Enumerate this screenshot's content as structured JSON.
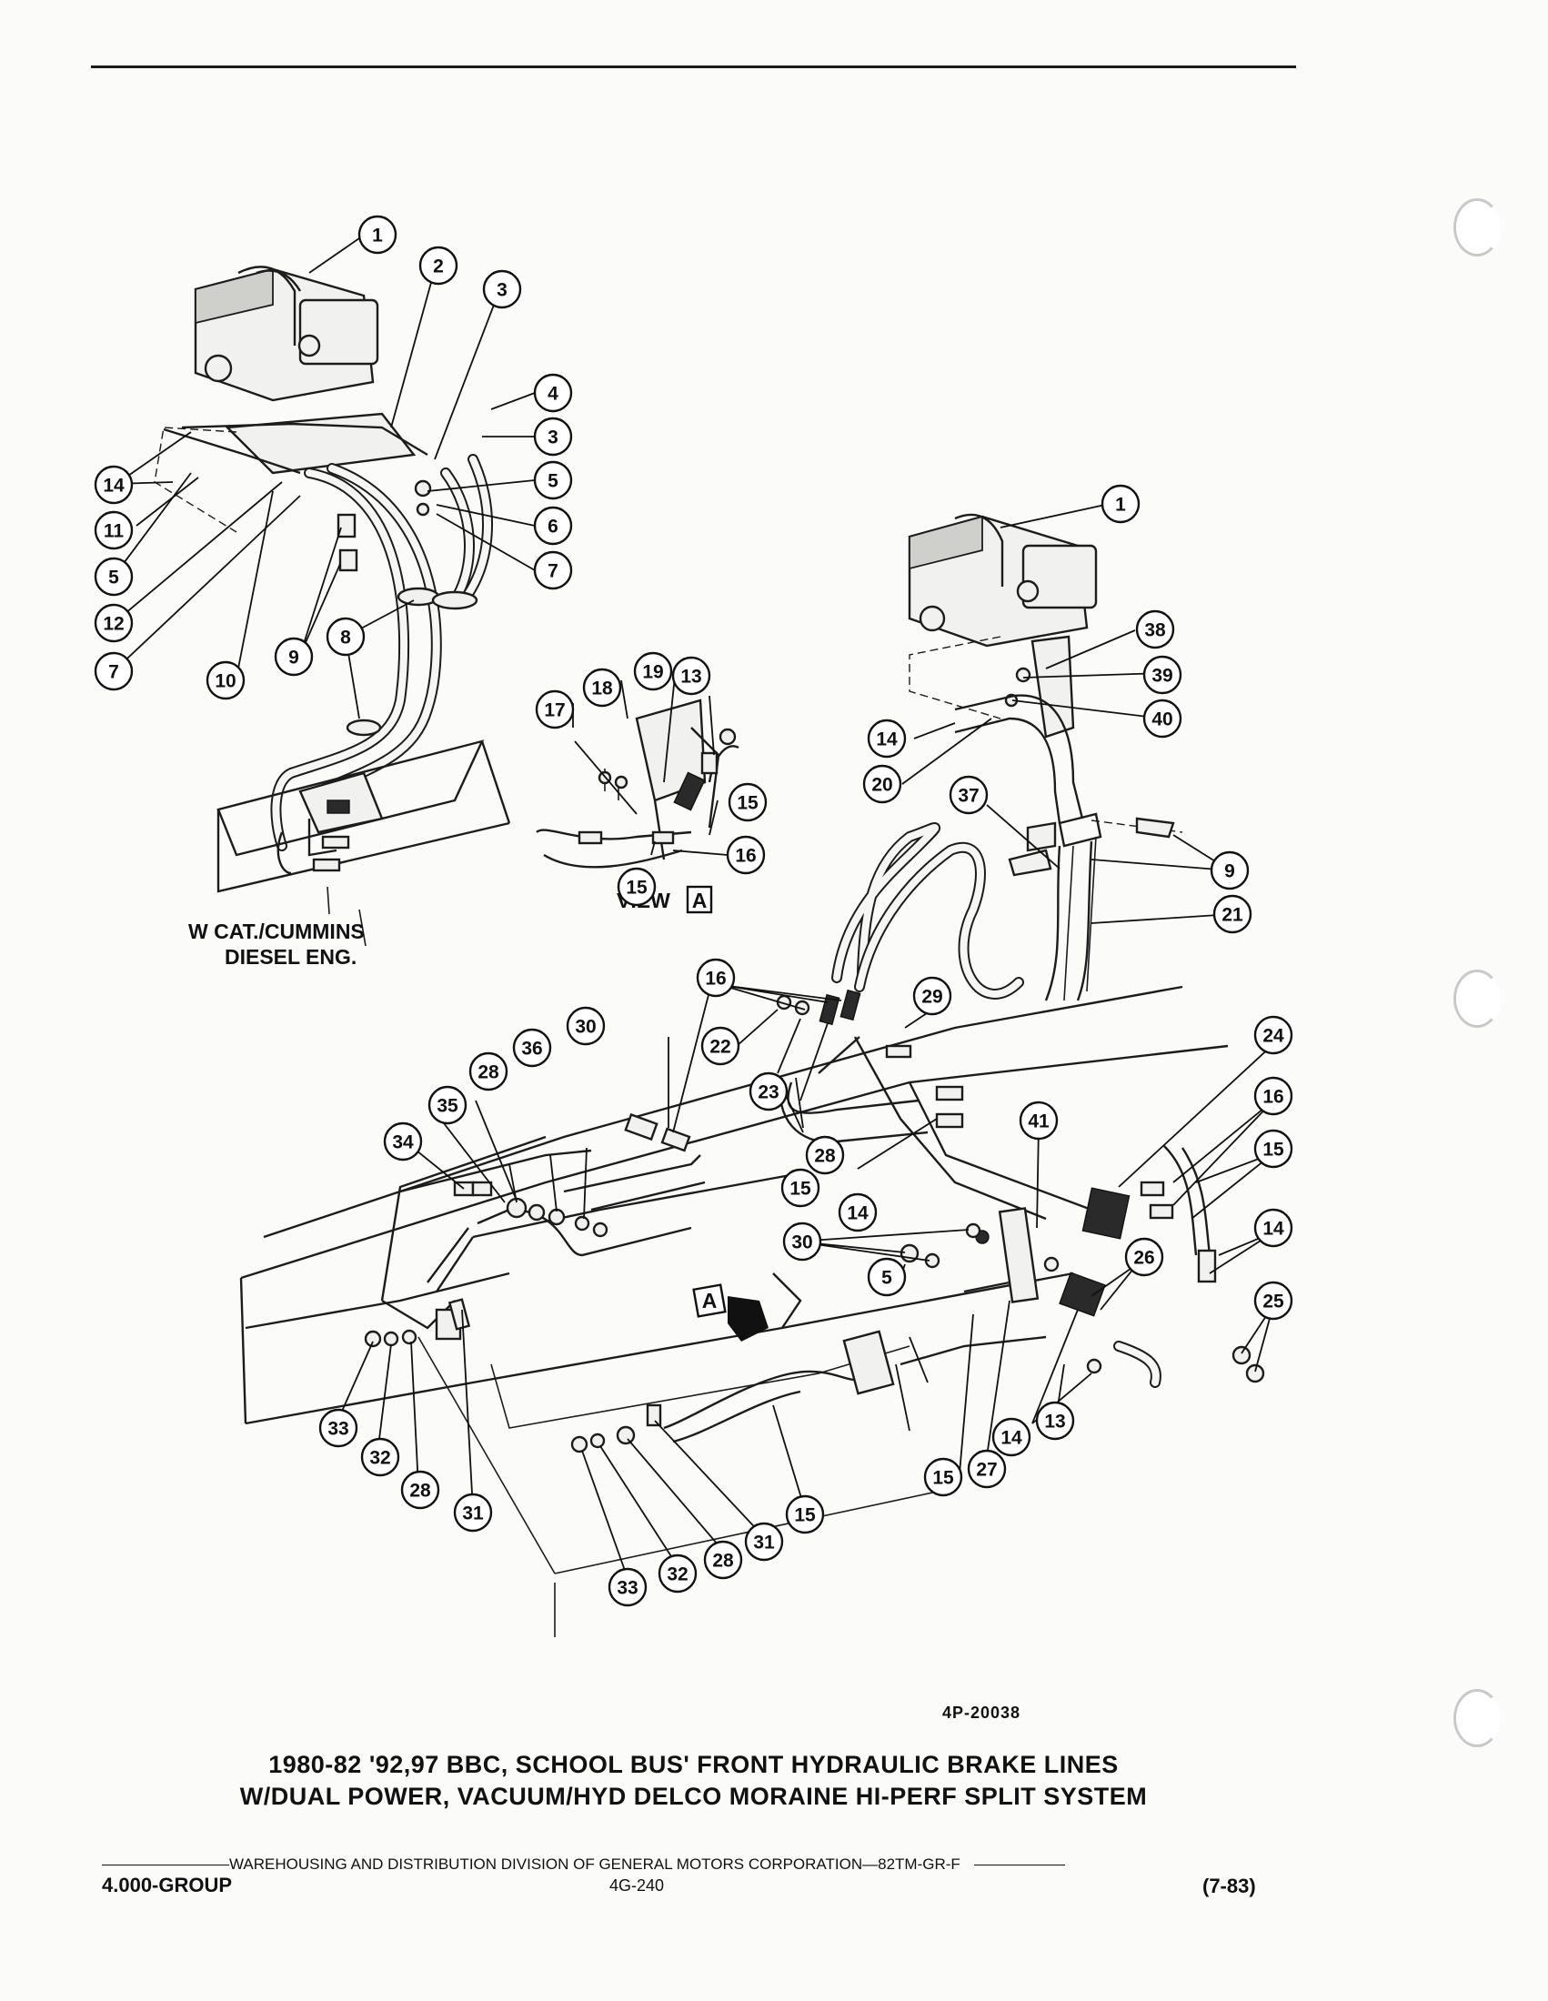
{
  "figure": {
    "inset_label_line1": "W CAT./CUMMINS",
    "inset_label_line2": "DIESEL ENG.",
    "view_label": "VIEW",
    "view_letter": "A",
    "arrow_letter": "A",
    "callouts": [
      "1",
      "2",
      "3",
      "4",
      "3",
      "5",
      "6",
      "7",
      "14",
      "11",
      "5",
      "12",
      "7",
      "10",
      "9",
      "8",
      "1",
      "38",
      "39",
      "40",
      "14",
      "20",
      "37",
      "9",
      "21",
      "17",
      "18",
      "19",
      "13",
      "15",
      "16",
      "15",
      "16",
      "29",
      "22",
      "23",
      "28",
      "15",
      "14",
      "24",
      "16",
      "15",
      "14",
      "30",
      "36",
      "28",
      "35",
      "34",
      "41",
      "30",
      "5",
      "26",
      "25",
      "33",
      "32",
      "28",
      "31",
      "13",
      "14",
      "27",
      "15",
      "33",
      "32",
      "28",
      "31",
      "15"
    ]
  },
  "figure_code": "4P-20038",
  "title_line1": "1980-82 '92,97 BBC, SCHOOL BUS' FRONT HYDRAULIC BRAKE LINES",
  "title_line2": "W/DUAL POWER, VACUUM/HYD DELCO MORAINE HI-PERF SPLIT SYSTEM",
  "footer": {
    "division_text": "WAREHOUSING AND DISTRIBUTION  DIVISION OF GENERAL MOTORS CORPORATION—82TM-GR-F",
    "group": "4.000-GROUP",
    "page_number": "4G-240",
    "date_code": "(7-83)"
  }
}
